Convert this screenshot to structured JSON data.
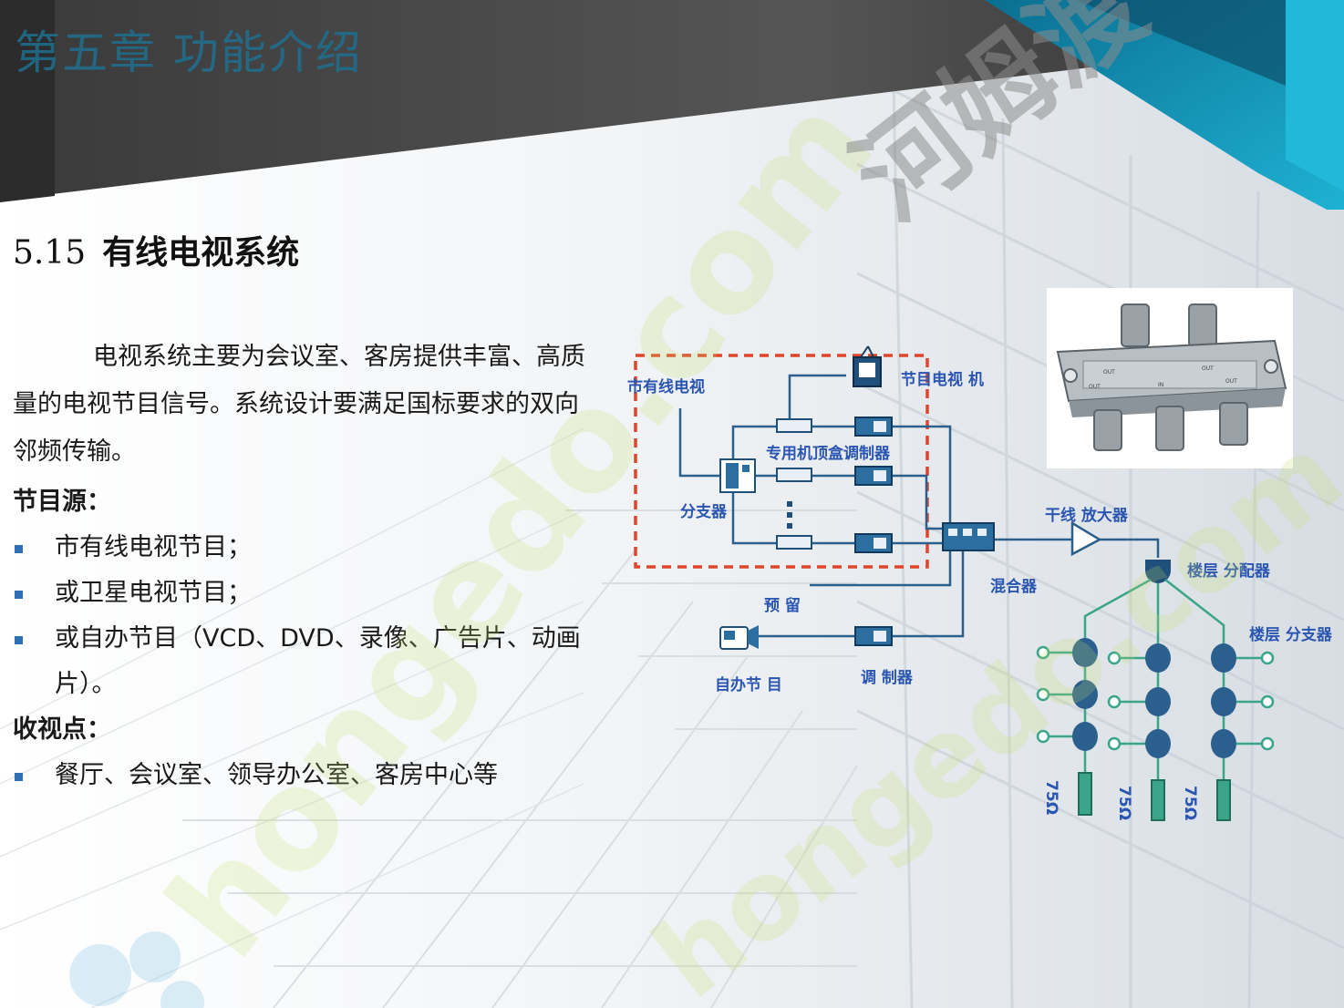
{
  "header": {
    "chapter_title": "第五章  功能介绍"
  },
  "section": {
    "number": "5.15",
    "name": "有线电视系统"
  },
  "content": {
    "intro": "电视系统主要为会议室、客房提供丰富、高质量的电视节目信号。系统设计要满足国标要求的双向邻频传输。",
    "source_label": "节目源：",
    "source_items": [
      "市有线电视节目；",
      "或卫星电视节目；",
      "或自办节目（VCD、DVD、录像、广告片、动画片）。"
    ],
    "viewpoint_label": "收视点：",
    "viewpoint_items": [
      "餐厅、会议室、领导办公室、客房中心等"
    ]
  },
  "diagram": {
    "labels": {
      "city_cable": "市有线电视",
      "tv_set": "节目电视 机",
      "stb_modulator": "专用机顶盒调制器",
      "splitter": "分支器",
      "trunk_amp": "干线 放大器",
      "mixer": "混合器",
      "floor_distributor": "楼层 分配器",
      "floor_tap": "楼层 分支器",
      "reserved": "预 留",
      "self_program": "自办节 目",
      "modulator": "调 制器",
      "term_1": "75Ω",
      "term_2": "75Ω",
      "term_3": "75Ω"
    },
    "photo_labels": {
      "port_out_left": "OUT",
      "port_out_right": "OUT",
      "port_in": "IN",
      "bottom_out_left": "OUT",
      "bottom_out_right": "OUT"
    }
  },
  "watermark": {
    "url_text": "hongedo.com",
    "brand_text": "河姆渡",
    "url_text_2": "hongedo.com"
  },
  "colors": {
    "accent": "#2e6fb5",
    "diagram_line": "#2b5f8e",
    "dashed_box": "#e0452a",
    "riser": "#3aa58a",
    "header_teal": "#1aa3c4"
  }
}
